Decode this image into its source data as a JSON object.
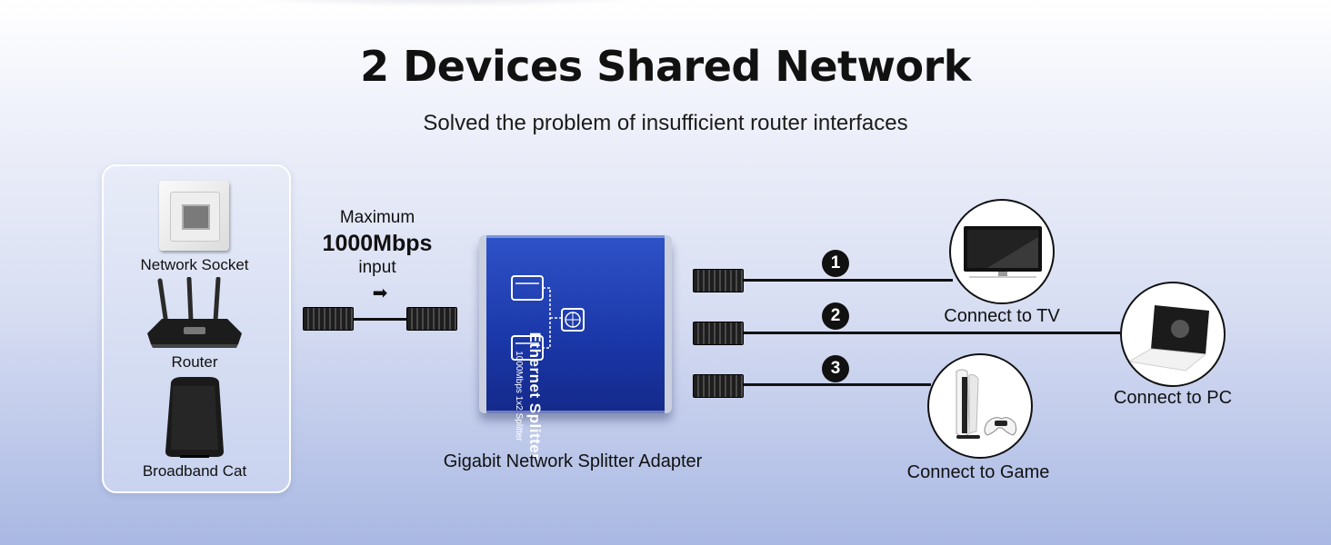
{
  "header": {
    "title": "2 Devices Shared Network",
    "subtitle": "Solved the problem of insufficient router interfaces"
  },
  "sources": {
    "items": [
      {
        "label": "Network Socket",
        "icon": "network-socket-icon"
      },
      {
        "label": "Router",
        "icon": "router-icon"
      },
      {
        "label": "Broadband Cat",
        "icon": "modem-icon"
      }
    ]
  },
  "input": {
    "line1": "Maximum",
    "speed": "1000Mbps",
    "line3": "input",
    "arrow": "➡"
  },
  "splitter": {
    "name": "Ethernet Splitter",
    "spec": "1000Mbps 1x2 Splitter",
    "caption": "Gigabit Network Splitter Adapter",
    "color": "#1f3fb5"
  },
  "outputs": [
    {
      "number": "1",
      "label": "Connect to TV",
      "icon": "tv-icon"
    },
    {
      "number": "2",
      "label": "Connect to PC",
      "icon": "laptop-icon"
    },
    {
      "number": "3",
      "label": "Connect to Game",
      "icon": "game-console-icon"
    }
  ]
}
